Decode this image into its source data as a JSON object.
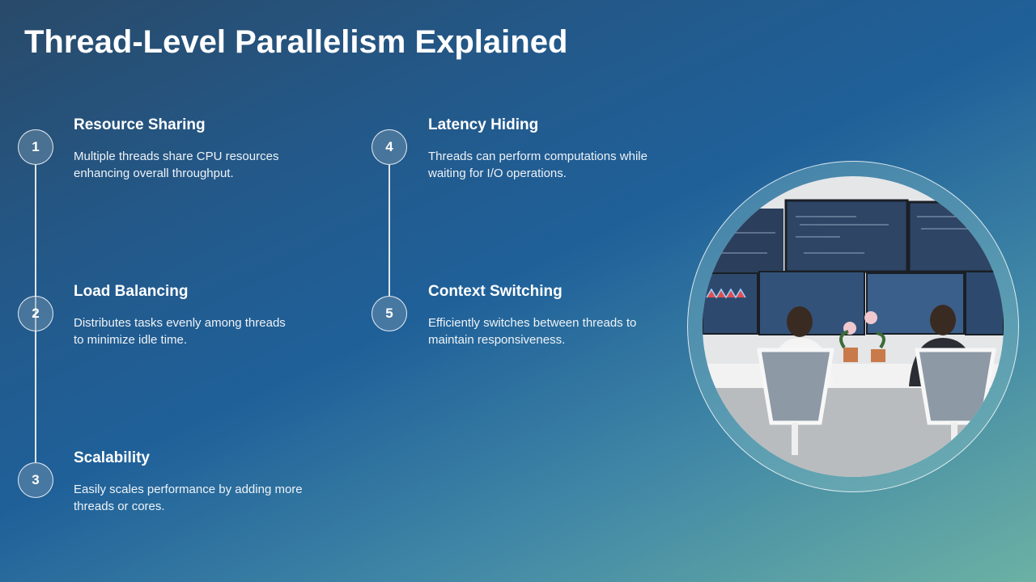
{
  "title": "Thread-Level Parallelism Explained",
  "items": [
    {
      "number": "1",
      "heading": "Resource Sharing",
      "description": "Multiple threads share CPU resources enhancing overall throughput."
    },
    {
      "number": "2",
      "heading": "Load Balancing",
      "description": "Distributes tasks evenly among threads to minimize idle time."
    },
    {
      "number": "3",
      "heading": "Scalability",
      "description": "Easily scales performance by adding more threads or cores."
    },
    {
      "number": "4",
      "heading": "Latency Hiding",
      "description": "Threads can perform computations while waiting for I/O operations."
    },
    {
      "number": "5",
      "heading": "Context Switching",
      "description": "Efficiently switches between threads to maintain responsiveness."
    }
  ],
  "colors": {
    "bg_start": "#294a69",
    "bg_mid": "#1f6099",
    "bg_end": "#6cb1a4"
  }
}
